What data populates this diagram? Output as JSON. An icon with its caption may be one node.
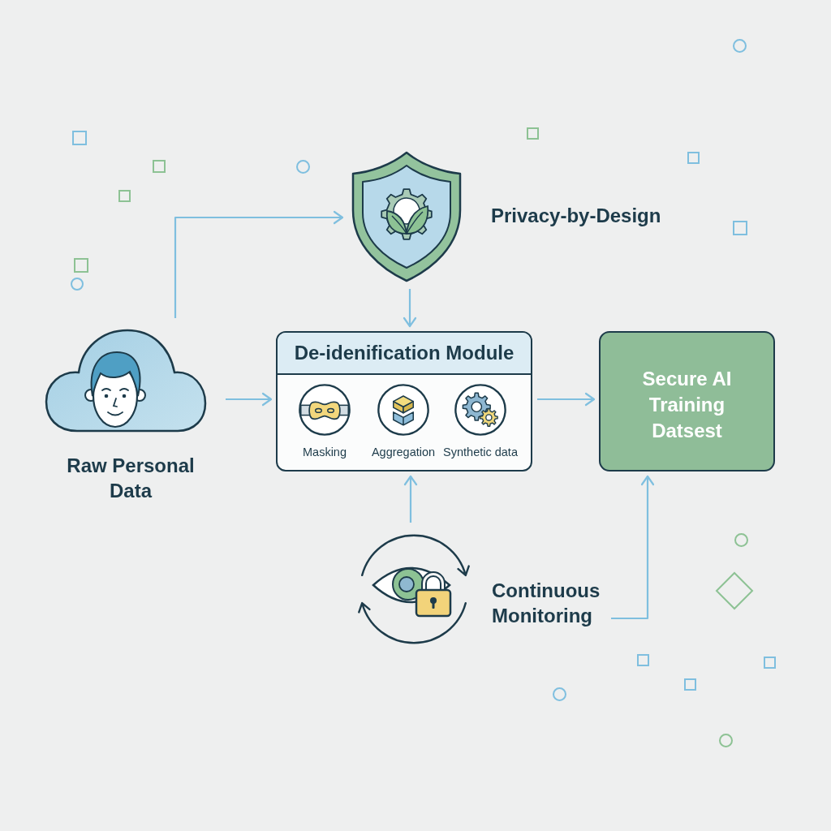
{
  "diagram": {
    "nodes": [
      {
        "text": [
          "Raw Personal Data"
        ]
      },
      {
        "text": [
          "Privacy-by-Design"
        ]
      },
      {
        "text": [
          "De-idenification Module"
        ]
      },
      {
        "text": [
          "Masking"
        ],
        "in": 2
      },
      {
        "text": [
          "Aggregation"
        ],
        "in": 2
      },
      {
        "text": [
          "Synthetic data"
        ],
        "in": 2
      },
      {
        "text": [
          "Secure AI Training Datsest"
        ]
      },
      {
        "text": [
          "Continuous Monitoring"
        ]
      }
    ],
    "edges": [
      {
        "from": 0,
        "to": 1,
        "arrow": "to"
      },
      {
        "from": 1,
        "to": 2,
        "arrow": "to"
      },
      {
        "from": 0,
        "to": 2,
        "arrow": "to"
      },
      {
        "from": 2,
        "to": 6,
        "arrow": "to"
      },
      {
        "from": 7,
        "to": 2,
        "arrow": "to"
      },
      {
        "from": 7,
        "to": 6,
        "arrow": "to"
      }
    ]
  }
}
